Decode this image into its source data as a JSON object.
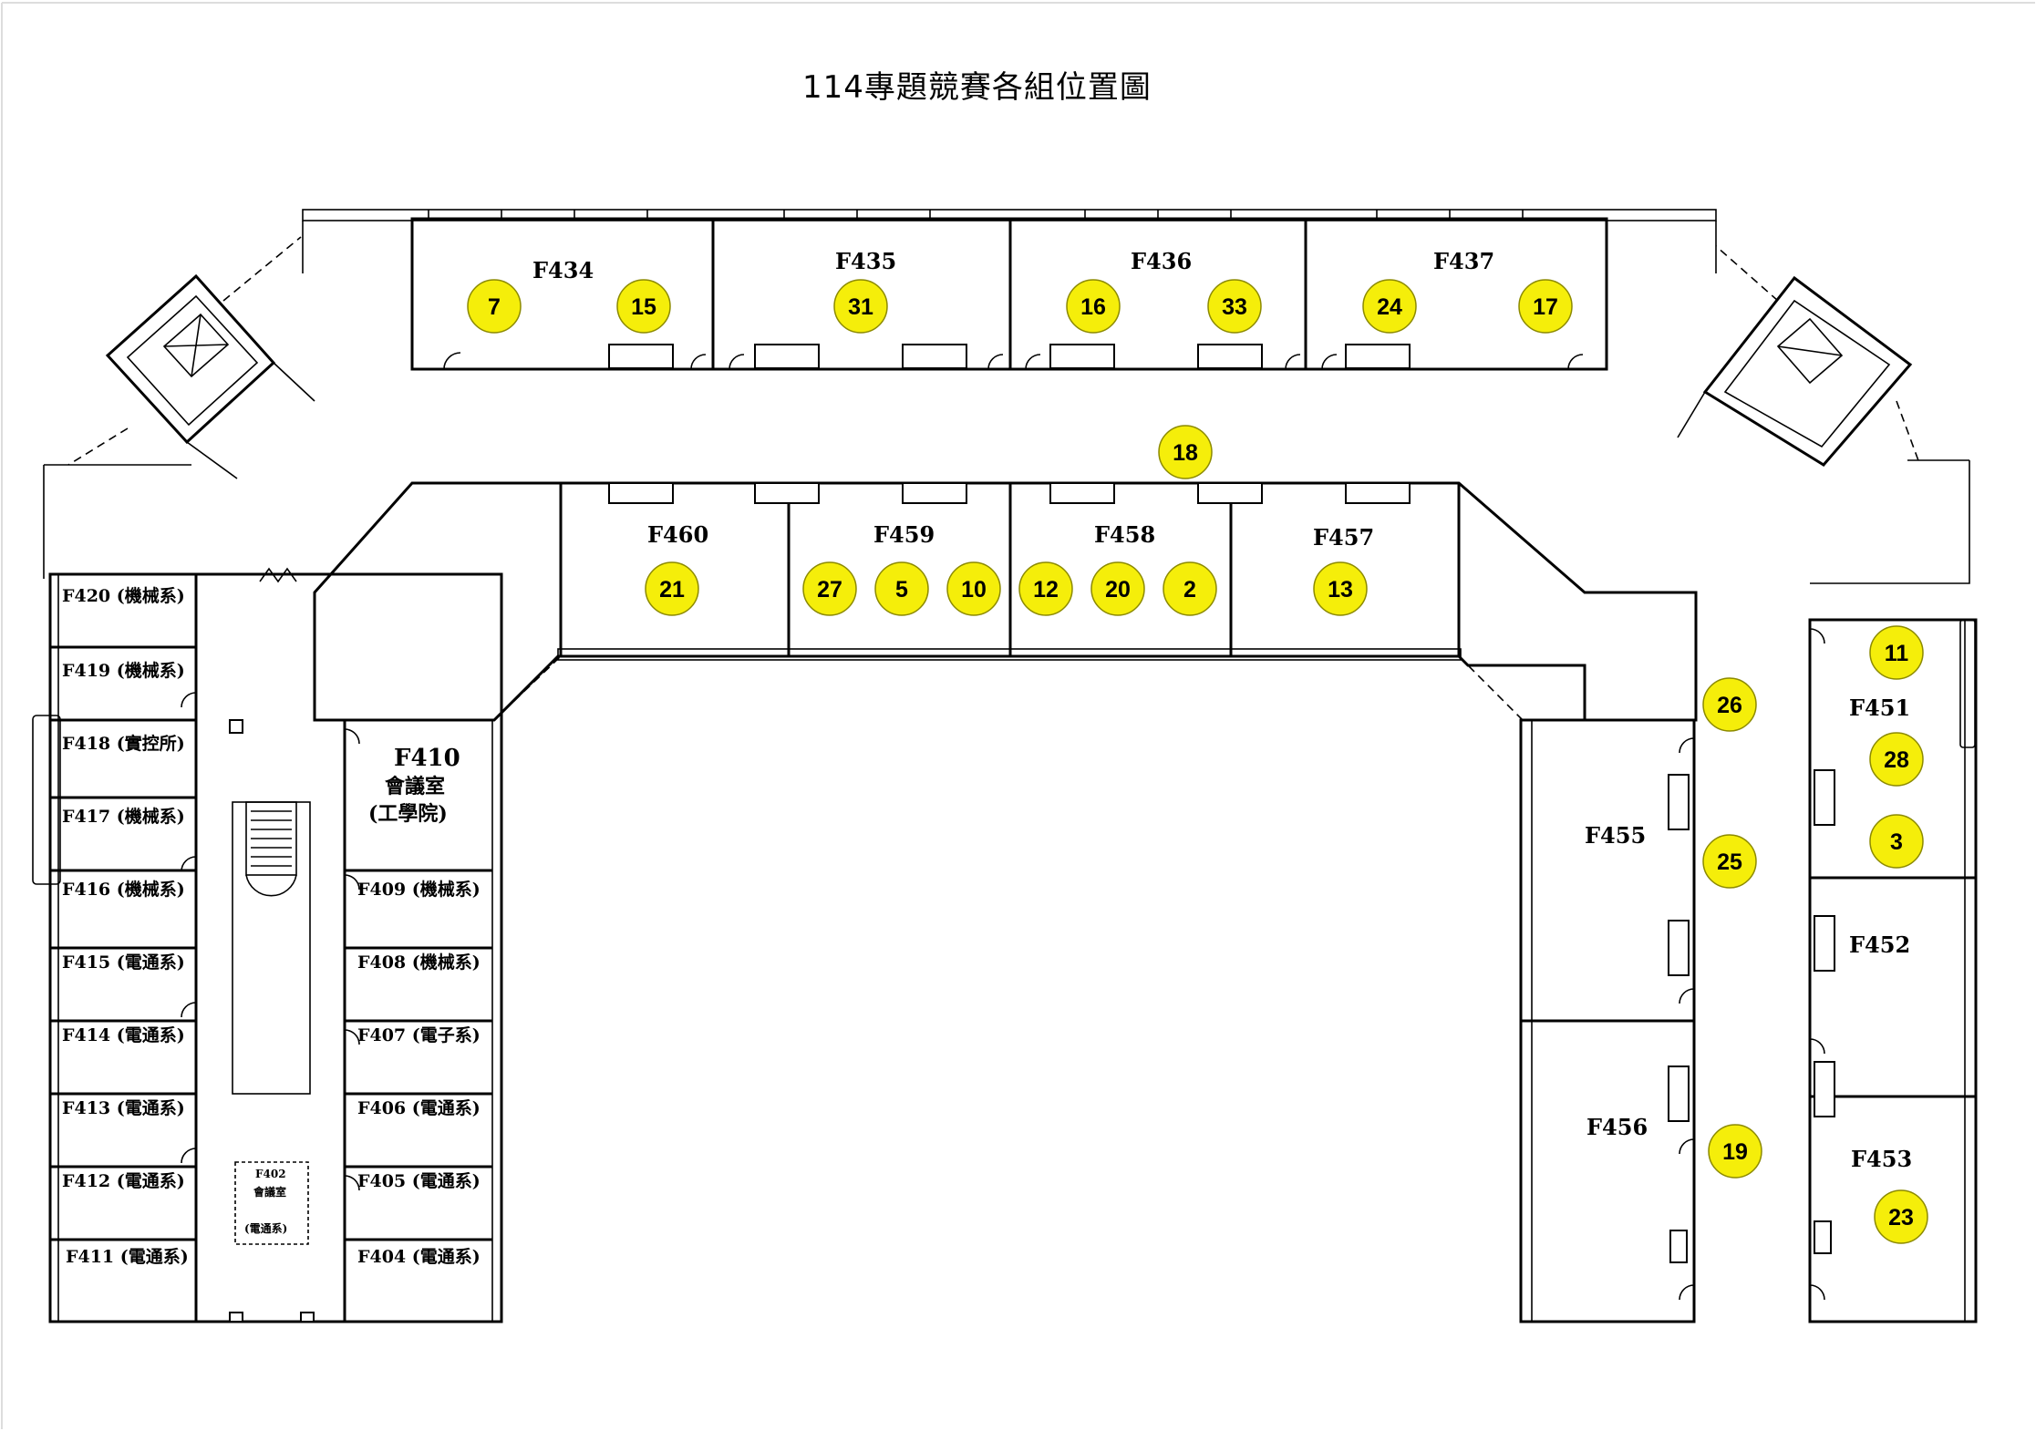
{
  "title": "114專題競賽各組位置圖",
  "rooms": [
    {
      "id": "F434",
      "label": "F434"
    },
    {
      "id": "F435",
      "label": "F435"
    },
    {
      "id": "F436",
      "label": "F436"
    },
    {
      "id": "F437",
      "label": "F437"
    },
    {
      "id": "F460",
      "label": "F460"
    },
    {
      "id": "F459",
      "label": "F459"
    },
    {
      "id": "F458",
      "label": "F458"
    },
    {
      "id": "F457",
      "label": "F457"
    },
    {
      "id": "F455",
      "label": "F455"
    },
    {
      "id": "F456",
      "label": "F456"
    },
    {
      "id": "F451",
      "label": "F451"
    },
    {
      "id": "F452",
      "label": "F452"
    },
    {
      "id": "F453",
      "label": "F453"
    },
    {
      "id": "F410",
      "label": "F410"
    }
  ],
  "room_subtitles": {
    "F410_line1": "會議室",
    "F410_line2": "(工學院)",
    "F402_code": "F402",
    "F402_line1": "會議室",
    "F402_line2": "(電通系)"
  },
  "left_rooms": [
    "F420 (機械系)",
    "F419 (機械系)",
    "F418 (實控所)",
    "F417 (機械系)",
    "F416 (機械系)",
    "F415 (電通系)",
    "F414 (電通系)",
    "F413 (電通系)",
    "F412 (電通系)",
    "F411 (電通系)"
  ],
  "mid_rooms": [
    "F409 (機械系)",
    "F408 (機械系)",
    "F407 (電子系)",
    "F406 (電通系)",
    "F405 (電通系)",
    "F404 (電通系)"
  ],
  "markers": [
    "7",
    "15",
    "31",
    "16",
    "33",
    "24",
    "17",
    "18",
    "21",
    "27",
    "5",
    "10",
    "12",
    "20",
    "2",
    "13",
    "26",
    "25",
    "19",
    "11",
    "28",
    "3",
    "23"
  ],
  "colors": {
    "marker_fill": "#f5ee0a",
    "marker_stroke": "#8c8a00",
    "line": "#000000",
    "background": "#ffffff"
  }
}
